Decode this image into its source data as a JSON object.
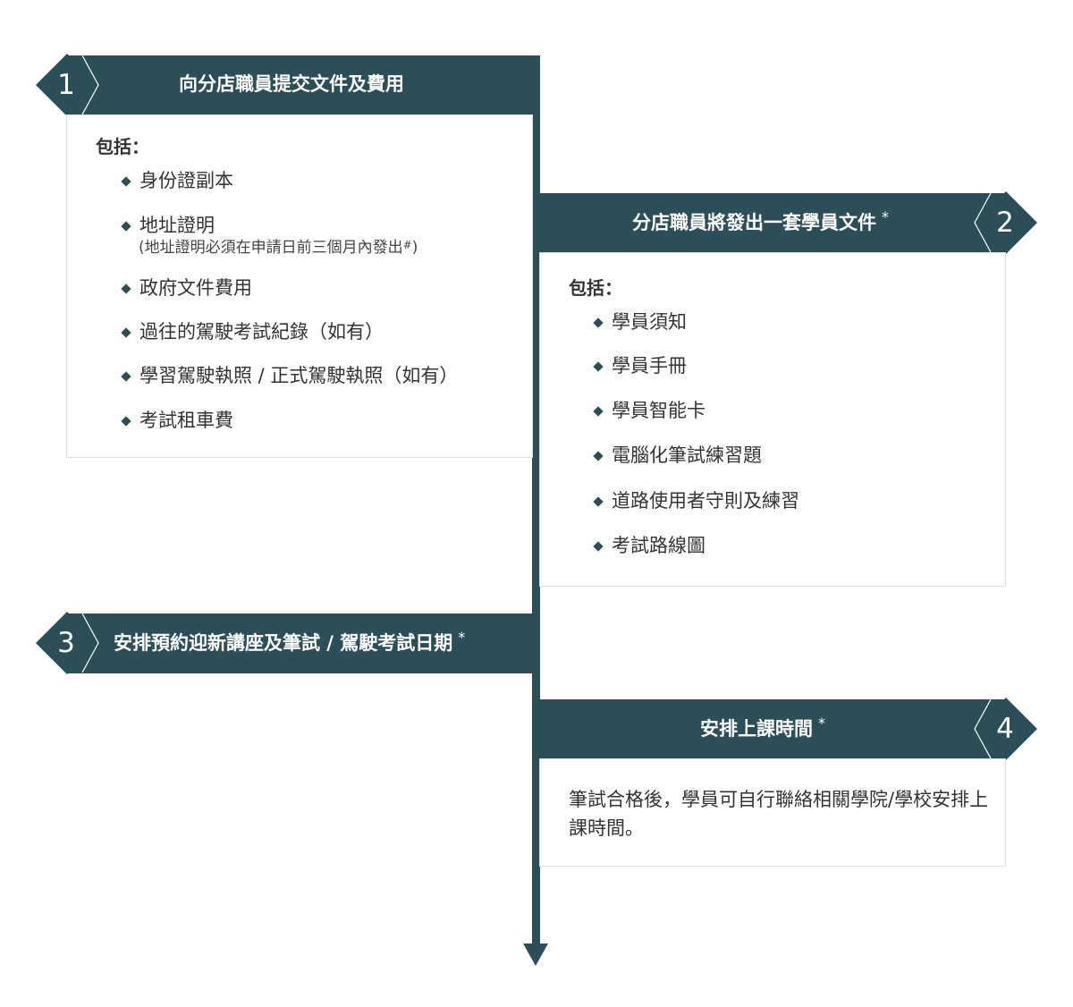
{
  "colors": {
    "primary": "#2c4e57",
    "text": "#333333",
    "border": "#dedede"
  },
  "steps": [
    {
      "number": "1",
      "title": "向分店職員提交文件及費用",
      "include_label": "包括：",
      "items": [
        {
          "text": "身份證副本"
        },
        {
          "text": "地址證明",
          "note": "(地址證明必須在申請日前三個月內發出",
          "note_mark": "#",
          "note_end": ")"
        },
        {
          "text": "政府文件費用"
        },
        {
          "text": "過往的駕駛考試紀錄（如有）"
        },
        {
          "text": "學習駕駛執照 / 正式駕駛執照（如有）"
        },
        {
          "text": "考試租車費"
        }
      ]
    },
    {
      "number": "2",
      "title": "分店職員將發出一套學員文件",
      "mark": "*",
      "include_label": "包括：",
      "items": [
        {
          "text": "學員須知"
        },
        {
          "text": "學員手冊"
        },
        {
          "text": "學員智能卡"
        },
        {
          "text": "電腦化筆試練習題"
        },
        {
          "text": "道路使用者守則及練習"
        },
        {
          "text": "考試路線圖"
        }
      ]
    },
    {
      "number": "3",
      "title": "安排預約迎新講座及筆試 / 駕駛考試日期",
      "mark": "*"
    },
    {
      "number": "4",
      "title": "安排上課時間",
      "mark": "*",
      "body": "筆試合格後，學員可自行聯絡相關學院/學校安排上課時間。"
    }
  ]
}
